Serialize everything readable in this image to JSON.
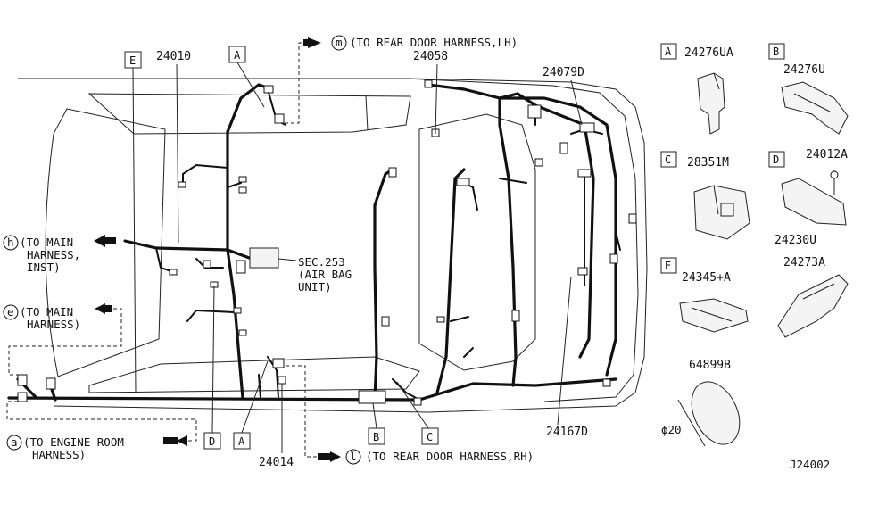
{
  "callouts": {
    "p24010": "24010",
    "p24058": "24058",
    "p24079d": "24079D",
    "p24167d": "24167D",
    "p24014": "24014",
    "sec": [
      "SEC.253",
      "(AIR BAG",
      "UNIT)"
    ]
  },
  "boxes": {
    "A": "A",
    "B": "B",
    "C": "C",
    "D": "D",
    "E": "E"
  },
  "connections": {
    "m": {
      "marker": "m",
      "text": "(TO REAR DOOR HARNESS,LH)"
    },
    "h": {
      "marker": "h",
      "lines": [
        "(TO MAIN",
        "HARNESS,",
        "INST)"
      ]
    },
    "e": {
      "marker": "e",
      "lines": [
        "(TO MAIN",
        "HARNESS)"
      ]
    },
    "a": {
      "marker": "a",
      "lines": [
        "(TO ENGINE ROOM",
        "HARNESS)"
      ]
    },
    "l": {
      "marker": "l",
      "text": "(TO REAR DOOR HARNESS,RH)"
    }
  },
  "parts_legend": [
    {
      "box": "A",
      "part": "24276UA"
    },
    {
      "box": "B",
      "part": "24276U"
    },
    {
      "box": "C",
      "part": "28351M"
    },
    {
      "box": "D",
      "part": "24012A",
      "part2": "24230U"
    },
    {
      "box": "",
      "part": "24273A"
    },
    {
      "box": "E",
      "part": "24345+A"
    },
    {
      "box": "",
      "part": "64899B",
      "dim": "ϕ20"
    }
  ],
  "footer_code": "J24002"
}
